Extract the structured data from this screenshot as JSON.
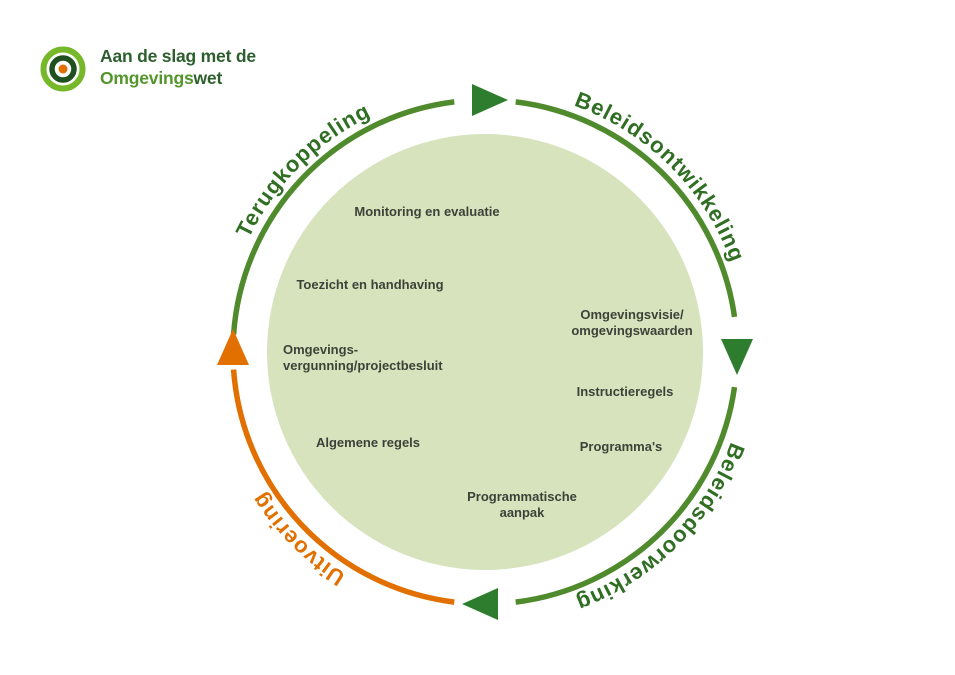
{
  "logo": {
    "line1": "Aan de slag met de",
    "line2_regular": "Omgevings",
    "line2_bold": "wet"
  },
  "cycle": {
    "phases": [
      {
        "label": "Terugkoppeling",
        "color": "#2f6e23"
      },
      {
        "label": "Beleidsontwikkeling",
        "color": "#2f6e23"
      },
      {
        "label": "Beleidsdoorwerking",
        "color": "#2f6e23"
      },
      {
        "label": "Uitvoering",
        "color": "#e17000"
      }
    ],
    "items": [
      {
        "label": "Monitoring en evaluatie"
      },
      {
        "label": "Toezicht en handhaving"
      },
      {
        "label": "Omgevings-\nvergunning/projectbesluit"
      },
      {
        "label": "Algemene regels"
      },
      {
        "label": "Programmatische\naanpak"
      },
      {
        "label": "Omgevingsvisie/\nomgevingswaarden"
      },
      {
        "label": "Instructieregels"
      },
      {
        "label": "Programma's"
      }
    ]
  },
  "colors": {
    "arc_green": "#4f8b2d",
    "arrow_green": "#2e7d2e",
    "label_green": "#2f6e23",
    "orange": "#e17000",
    "circle_fill": "#d6e3bd",
    "logo_dark_green": "#2d5f2e",
    "logo_light_green": "#76b82a",
    "logo_center_orange": "#e17000",
    "item_text": "#3d4239"
  }
}
